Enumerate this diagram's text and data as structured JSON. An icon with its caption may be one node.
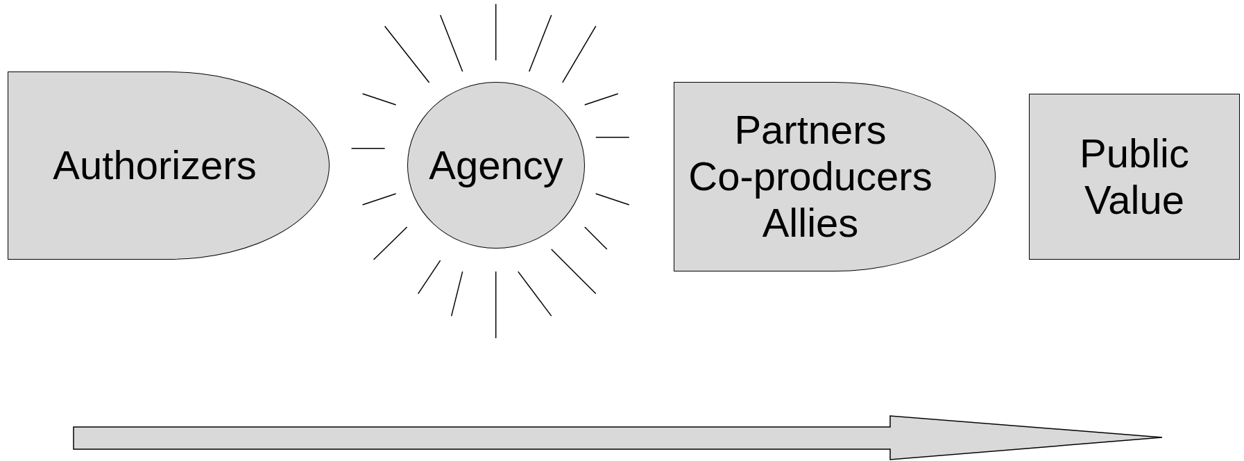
{
  "diagram": {
    "nodes": [
      {
        "text": [
          "Authorizers"
        ]
      },
      {
        "text": [
          "Agency"
        ]
      },
      {
        "text": [
          "Partners Co-producers Allies"
        ]
      },
      {
        "text": [
          "Public Value"
        ]
      }
    ]
  }
}
